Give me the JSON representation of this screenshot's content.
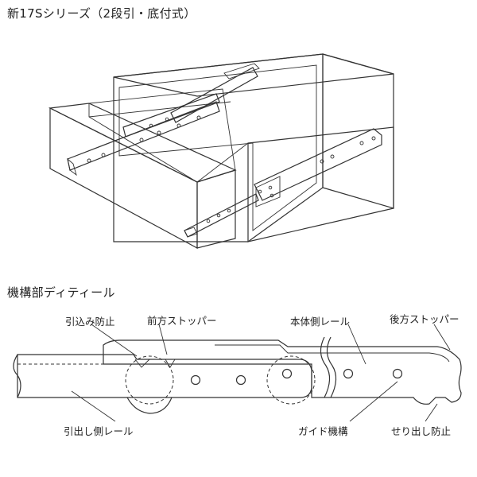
{
  "title": "新17Sシリーズ（2段引・底付式）",
  "detail_title": "機構部ディティール",
  "labels": {
    "hikikomi": "引込み防止",
    "mae_stopper": "前方ストッパー",
    "hontai_rail": "本体側レール",
    "ato_stopper": "後方ストッパー",
    "hikidashi_rail": "引出し側レール",
    "guide": "ガイド機構",
    "seridashi": "せり出し防止"
  },
  "colors": {
    "pink_rail": "#f6dde6",
    "cream_rail": "#f8f4d8",
    "cabinet": "#ececec",
    "outline": "#333333"
  }
}
